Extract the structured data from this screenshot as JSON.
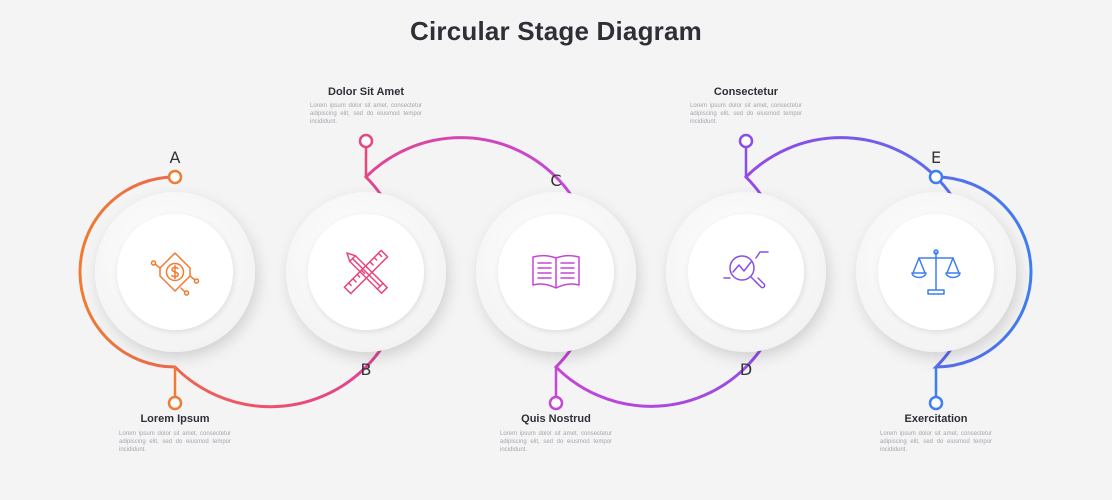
{
  "title": "Circular Stage Diagram",
  "stages": [
    {
      "letter": "A",
      "heading": "Lorem Ipsum",
      "text": "Lorem ipsum dolor sit amet, consectetur adipiscing elit, sed do eiusmod tempor incididunt.",
      "icon": "dollar-coin-icon",
      "color": "#f07b32"
    },
    {
      "letter": "B",
      "heading": "Dolor Sit Amet",
      "text": "Lorem ipsum dolor sit amet, consectetur adipiscing elit, sed do eiusmod tempor incididunt.",
      "icon": "pencil-ruler-icon",
      "color": "#e8477e"
    },
    {
      "letter": "C",
      "heading": "Quis Nostrud",
      "text": "Lorem ipsum dolor sit amet, consectetur adipiscing elit, sed do eiusmod tempor incididunt.",
      "icon": "open-book-icon",
      "color": "#c646d6"
    },
    {
      "letter": "D",
      "heading": "Consectetur",
      "text": "Lorem ipsum dolor sit amet, consectetur adipiscing elit, sed do eiusmod tempor incididunt.",
      "icon": "magnifier-chart-icon",
      "color": "#8a4ee8"
    },
    {
      "letter": "E",
      "heading": "Exercitation",
      "text": "Lorem ipsum dolor sit amet, consectetur adipiscing elit, sed do eiusmod tempor incididunt.",
      "icon": "balance-scale-icon",
      "color": "#3d7ef0"
    }
  ]
}
